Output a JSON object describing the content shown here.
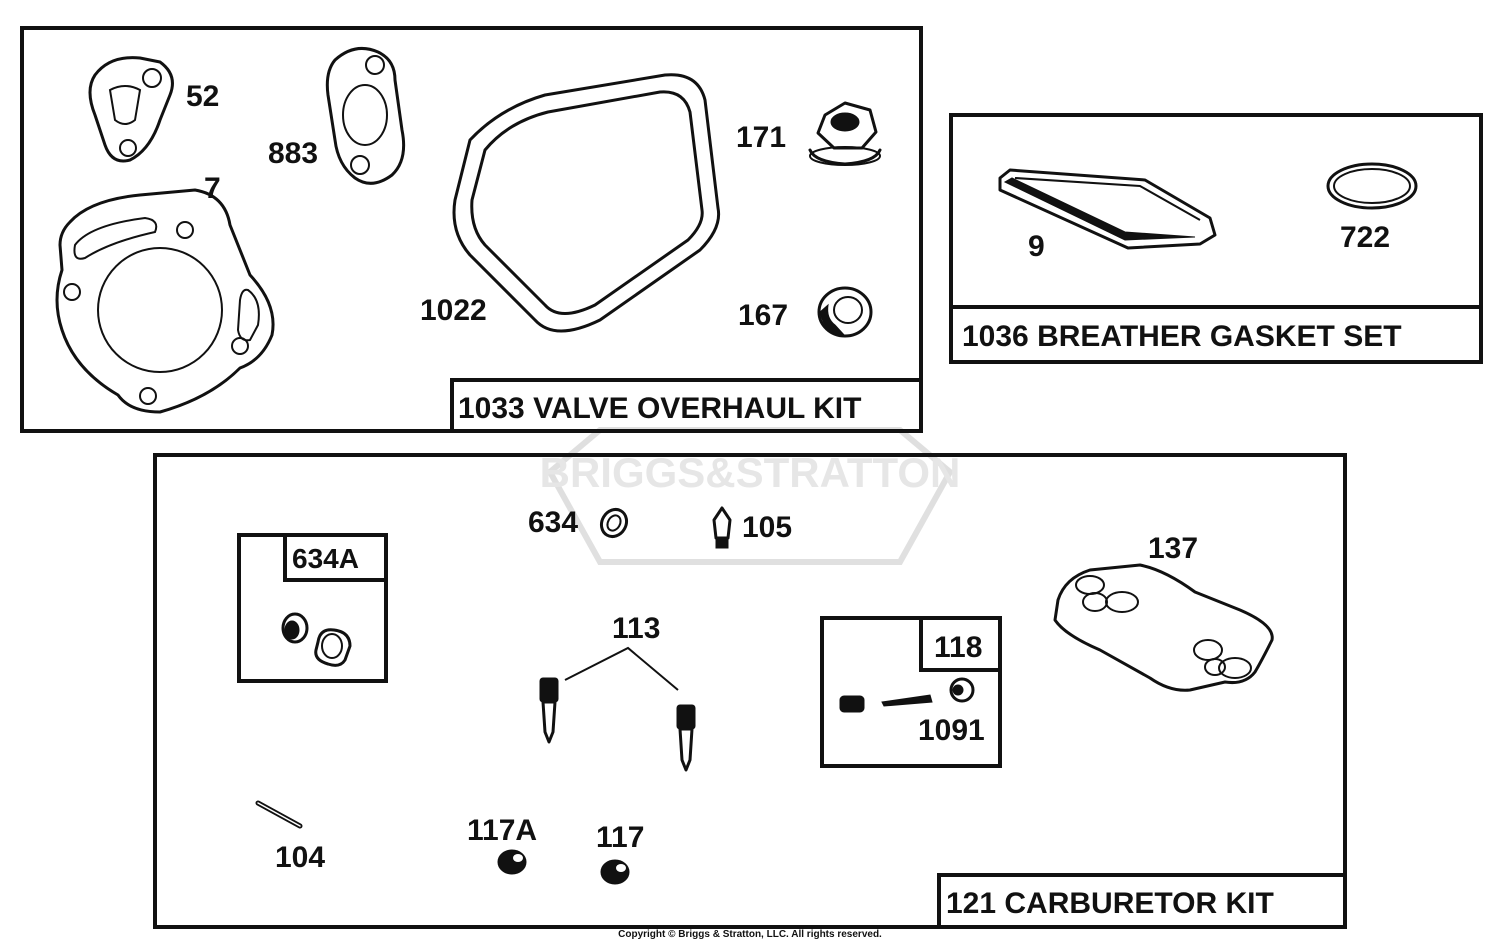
{
  "kits": {
    "valve_overhaul": {
      "title": "1033 VALVE OVERHAUL KIT",
      "parts": {
        "p52": "52",
        "p883": "883",
        "p7": "7",
        "p1022": "1022",
        "p171": "171",
        "p167": "167"
      }
    },
    "breather": {
      "title": "1036 BREATHER GASKET SET",
      "parts": {
        "p9": "9",
        "p722": "722"
      }
    },
    "carburetor": {
      "title": "121 CARBURETOR KIT",
      "parts": {
        "p634": "634",
        "p105": "105",
        "p137": "137",
        "p113": "113",
        "p104": "104",
        "p117a": "117A",
        "p117": "117",
        "p1091": "1091"
      }
    },
    "sub_634a": {
      "title": "634A"
    },
    "sub_118": {
      "title": "118"
    }
  },
  "watermark": "BRIGGS&STRATTON",
  "copyright": "Copyright © Briggs & Stratton, LLC. All rights reserved."
}
